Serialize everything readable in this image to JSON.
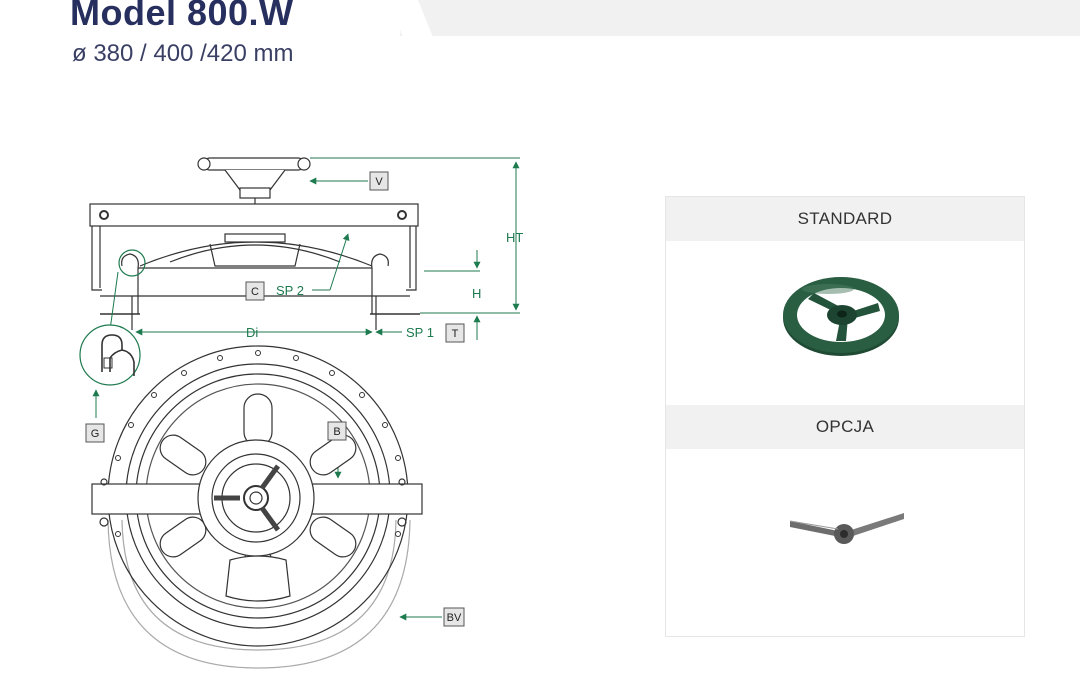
{
  "header": {
    "title": "Model 800.W",
    "subtitle": "ø 380 / 400 /420 mm"
  },
  "drawing": {
    "labels": {
      "v": "V",
      "ht": "HT",
      "c": "C",
      "sp2": "SP 2",
      "h": "H",
      "di": "Di",
      "sp1": "SP 1",
      "t": "T",
      "g": "G",
      "b": "B",
      "bv": "BV"
    }
  },
  "options_panel": {
    "standard_label": "STANDARD",
    "option_label": "OPCJA",
    "standard_image_icon": "handwheel-icon",
    "option_image_icon": "t-handle-icon"
  },
  "colors": {
    "title": "#272f5e",
    "dimension_green": "#1e7a4f",
    "panel_header_bg": "#f1f1f2",
    "wheel_green": "#1f4a34"
  }
}
